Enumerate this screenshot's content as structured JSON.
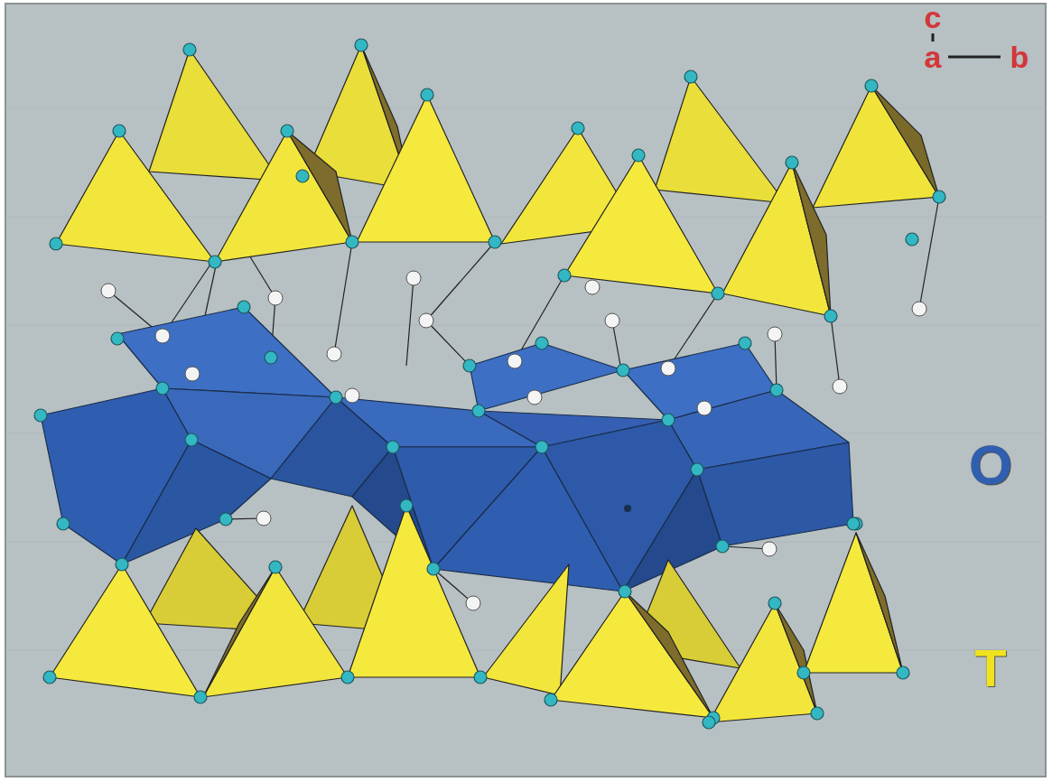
{
  "diagram": {
    "labels": [
      "c",
      "a",
      "b",
      "O",
      "T"
    ]
  }
}
